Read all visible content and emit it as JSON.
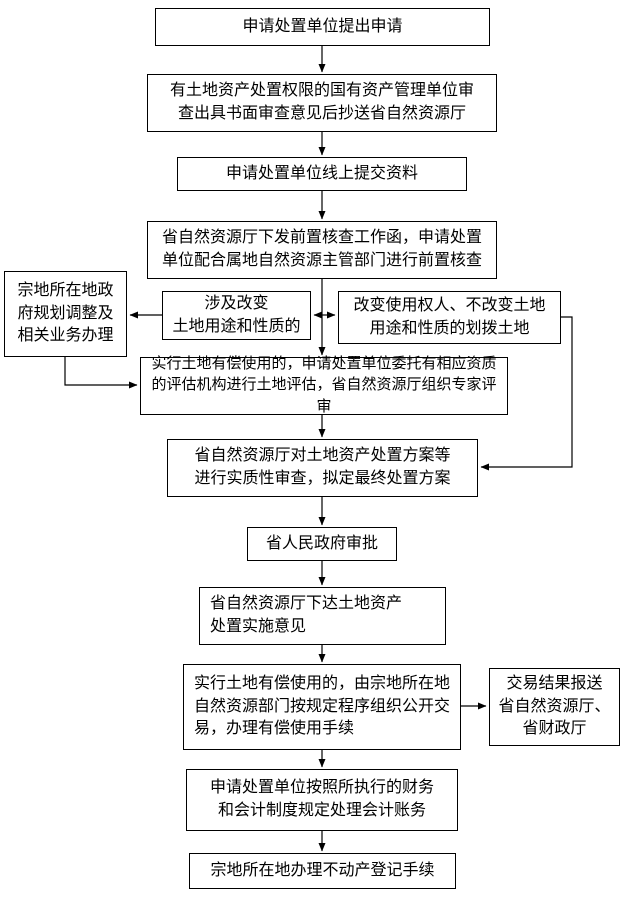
{
  "flowchart": {
    "type": "flowchart",
    "nodes": {
      "n1": {
        "label": "申请处置单位提出申请"
      },
      "n2": {
        "label": "有土地资产处置权限的国有资产管理单位审\n查出具书面审查意见后抄送省自然资源厅"
      },
      "n3": {
        "label": "申请处置单位线上提交资料"
      },
      "n4": {
        "label": "省自然资源厅下发前置核查工作函，申请处置\n单位配合属地自然资源主管部门进行前置核查"
      },
      "n5": {
        "label": "宗地所在地政\n府规划调整及\n相关业务办理"
      },
      "n6": {
        "label": "涉及改变\n土地用途和性质的"
      },
      "n7": {
        "label": "改变使用权人、不改变土地\n用途和性质的划拨土地"
      },
      "n8": {
        "label": "实行土地有偿使用的，申请处置单位委托有相应资质\n的评估机构进行土地评估，省自然资源厅组织专家评审"
      },
      "n9": {
        "label": "省自然资源厅对土地资产处置方案等\n进行实质性审查，拟定最终处置方案"
      },
      "n10": {
        "label": "省人民政府审批"
      },
      "n11": {
        "label": "省自然资源厅下达土地资产\n处置实施意见"
      },
      "n12": {
        "label": "实行土地有偿使用的，由宗地所在地\n自然资源部门按规定程序组织公开交\n易，办理有偿使用手续"
      },
      "n13": {
        "label": "交易结果报送\n省自然资源厅、\n省财政厅"
      },
      "n14": {
        "label": "申请处置单位按照所执行的财务\n和会计制度规定处理会计账务"
      },
      "n15": {
        "label": "宗地所在地办理不动产登记手续"
      }
    },
    "edges": [
      {
        "from": "n1",
        "to": "n2"
      },
      {
        "from": "n2",
        "to": "n3"
      },
      {
        "from": "n3",
        "to": "n4"
      },
      {
        "from": "n4",
        "to": "n8"
      },
      {
        "from": "n4",
        "to": "n6"
      },
      {
        "from": "n4",
        "to": "n7"
      },
      {
        "from": "n6",
        "to": "n5"
      },
      {
        "from": "n5",
        "to": "n8"
      },
      {
        "from": "n7",
        "to": "n9"
      },
      {
        "from": "n8",
        "to": "n9"
      },
      {
        "from": "n9",
        "to": "n10"
      },
      {
        "from": "n10",
        "to": "n11"
      },
      {
        "from": "n11",
        "to": "n12"
      },
      {
        "from": "n12",
        "to": "n13"
      },
      {
        "from": "n12",
        "to": "n14"
      },
      {
        "from": "n14",
        "to": "n15"
      }
    ],
    "colors": {
      "line": "#000000",
      "box_border": "#000000",
      "background": "#ffffff"
    }
  }
}
